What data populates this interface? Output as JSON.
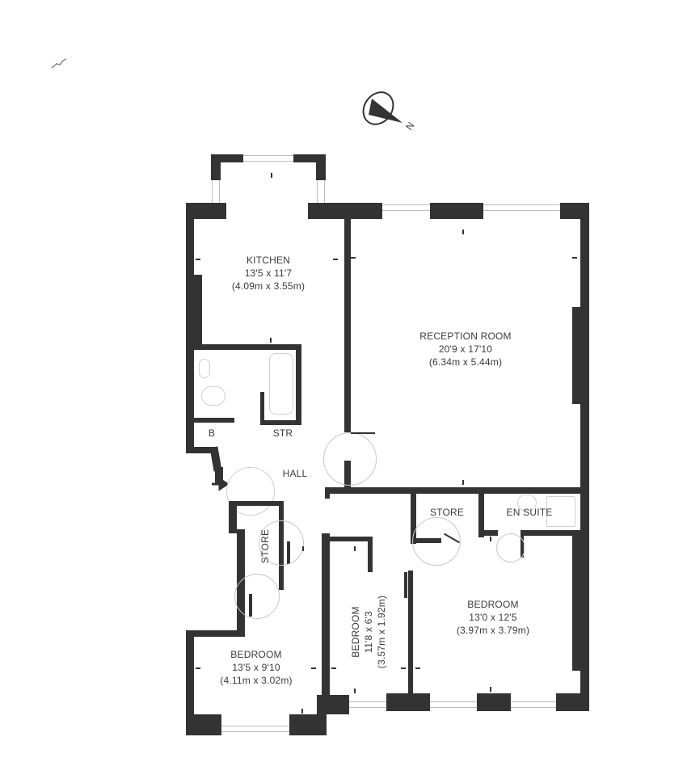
{
  "compass": {
    "label": "N",
    "icon": "north-arrow-icon"
  },
  "entrance": {
    "icon": "entrance-arrow-icon"
  },
  "rooms": {
    "kitchen": {
      "name": "KITCHEN",
      "imperial": "13'5 x 11'7",
      "metric": "(4.09m x 3.55m)"
    },
    "reception": {
      "name": "RECEPTION ROOM",
      "imperial": "20'9 x 17'10",
      "metric": "(6.34m x 5.44m)"
    },
    "bedroom_main": {
      "name": "BEDROOM",
      "imperial": "13'0 x 12'5",
      "metric": "(3.97m x 3.79m)"
    },
    "bedroom_left": {
      "name": "BEDROOM",
      "imperial": "13'5 x 9'10",
      "metric": "(4.11m x 3.02m)"
    },
    "bedroom_small": {
      "name": "BEDROOM",
      "imperial": "11'8 x 6'3",
      "metric": "(3.57m x 1.92m)"
    },
    "hall": {
      "name": "HALL"
    },
    "store_right": {
      "name": "STORE"
    },
    "store_left": {
      "name": "STORE"
    },
    "en_suite": {
      "name": "EN SUITE"
    },
    "str": {
      "name": "STR"
    },
    "boiler": {
      "name": "B"
    }
  }
}
